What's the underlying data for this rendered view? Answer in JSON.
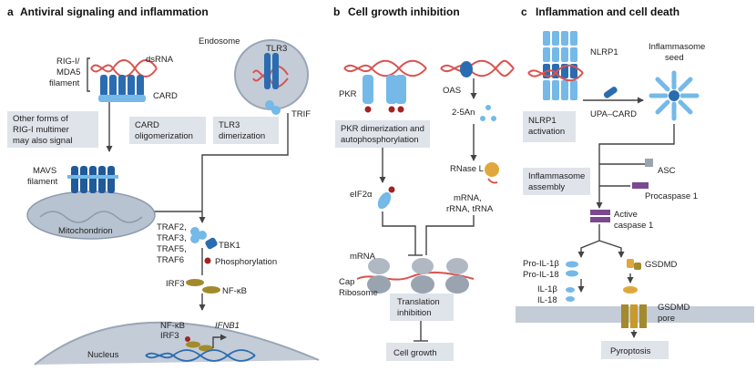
{
  "panels": {
    "a": {
      "letter": "a",
      "title": "Antiviral signaling and inflammation",
      "labels": {
        "dsRNA": "dsRNA",
        "rig_line1": "RIG-I/",
        "rig_line2": "MDA5",
        "rig_line3": "filament",
        "card": "CARD",
        "endosome": "Endosome",
        "tlr3": "TLR3",
        "trif": "TRIF",
        "other_line1": "Other forms of",
        "other_line2": "RIG-I multimer",
        "other_line3": "may also signal",
        "cardolig_line1": "CARD",
        "cardolig_line2": "oligomerization",
        "tlr3dim_line1": "TLR3",
        "tlr3dim_line2": "dimerization",
        "mavs_line1": "MAVS",
        "mavs_line2": "filament",
        "mitochondrion": "Mitochondrion",
        "traf2": "TRAF2,",
        "traf3": "TRAF3,",
        "traf5": "TRAF5,",
        "traf6": "TRAF6",
        "tbk1": "TBK1",
        "phosphorylation": "Phosphorylation",
        "irf3": "IRF3",
        "nfkb": "NF-κB",
        "nucleus_nfkb": "NF-κB",
        "nucleus_irf3": "IRF3",
        "ifnb1": "IFNB1",
        "nucleus": "Nucleus"
      }
    },
    "b": {
      "letter": "b",
      "title": "Cell growth inhibition",
      "labels": {
        "pkr": "PKR",
        "oas": "OAS",
        "twofive": "2-5An",
        "pkrdim_line1": "PKR dimerization and",
        "pkrdim_line2": "autophosphorylation",
        "rnasel": "RNase L",
        "eif2a": "eIF2α",
        "rna_line1": "mRNA,",
        "rna_line2": "rRNA, tRNA",
        "mrna": "mRNA",
        "cap": "Cap",
        "ribosome": "Ribosome",
        "transl_line1": "Translation",
        "transl_line2": "inhibition",
        "cellgrowth": "Cell growth"
      }
    },
    "c": {
      "letter": "c",
      "title": "Inflammation and cell death",
      "labels": {
        "nlrp1": "NLRP1",
        "infl_line1": "Inflammasome",
        "infl_line2": "seed",
        "nlrp1act_line1": "NLRP1",
        "nlrp1act_line2": "activation",
        "upacard": "UPA–CARD",
        "asc": "ASC",
        "inflasm_line1": "Inflammasome",
        "inflasm_line2": "assembly",
        "procasp": "Procaspase 1",
        "active_line1": "Active",
        "active_line2": "caspase 1",
        "proil1b": "Pro-IL-1β",
        "proil18": "Pro-IL-18",
        "gsdmd": "GSDMD",
        "il1b": "IL-1β",
        "il18": "IL-18",
        "gsdmdpore_line1": "GSDMD",
        "gsdmdpore_line2": "pore",
        "pyroptosis": "Pyroptosis"
      }
    }
  },
  "colors": {
    "box": "#dfe3ea",
    "blue": "#2b6cb0",
    "lightblue": "#74b9e8",
    "dsRNA": "#d9534f",
    "mito": "#b8c3d1",
    "olive": "#a38a2c",
    "purple": "#7b4a8e",
    "red_dot": "#a32323",
    "gold": "#e0a83c"
  }
}
